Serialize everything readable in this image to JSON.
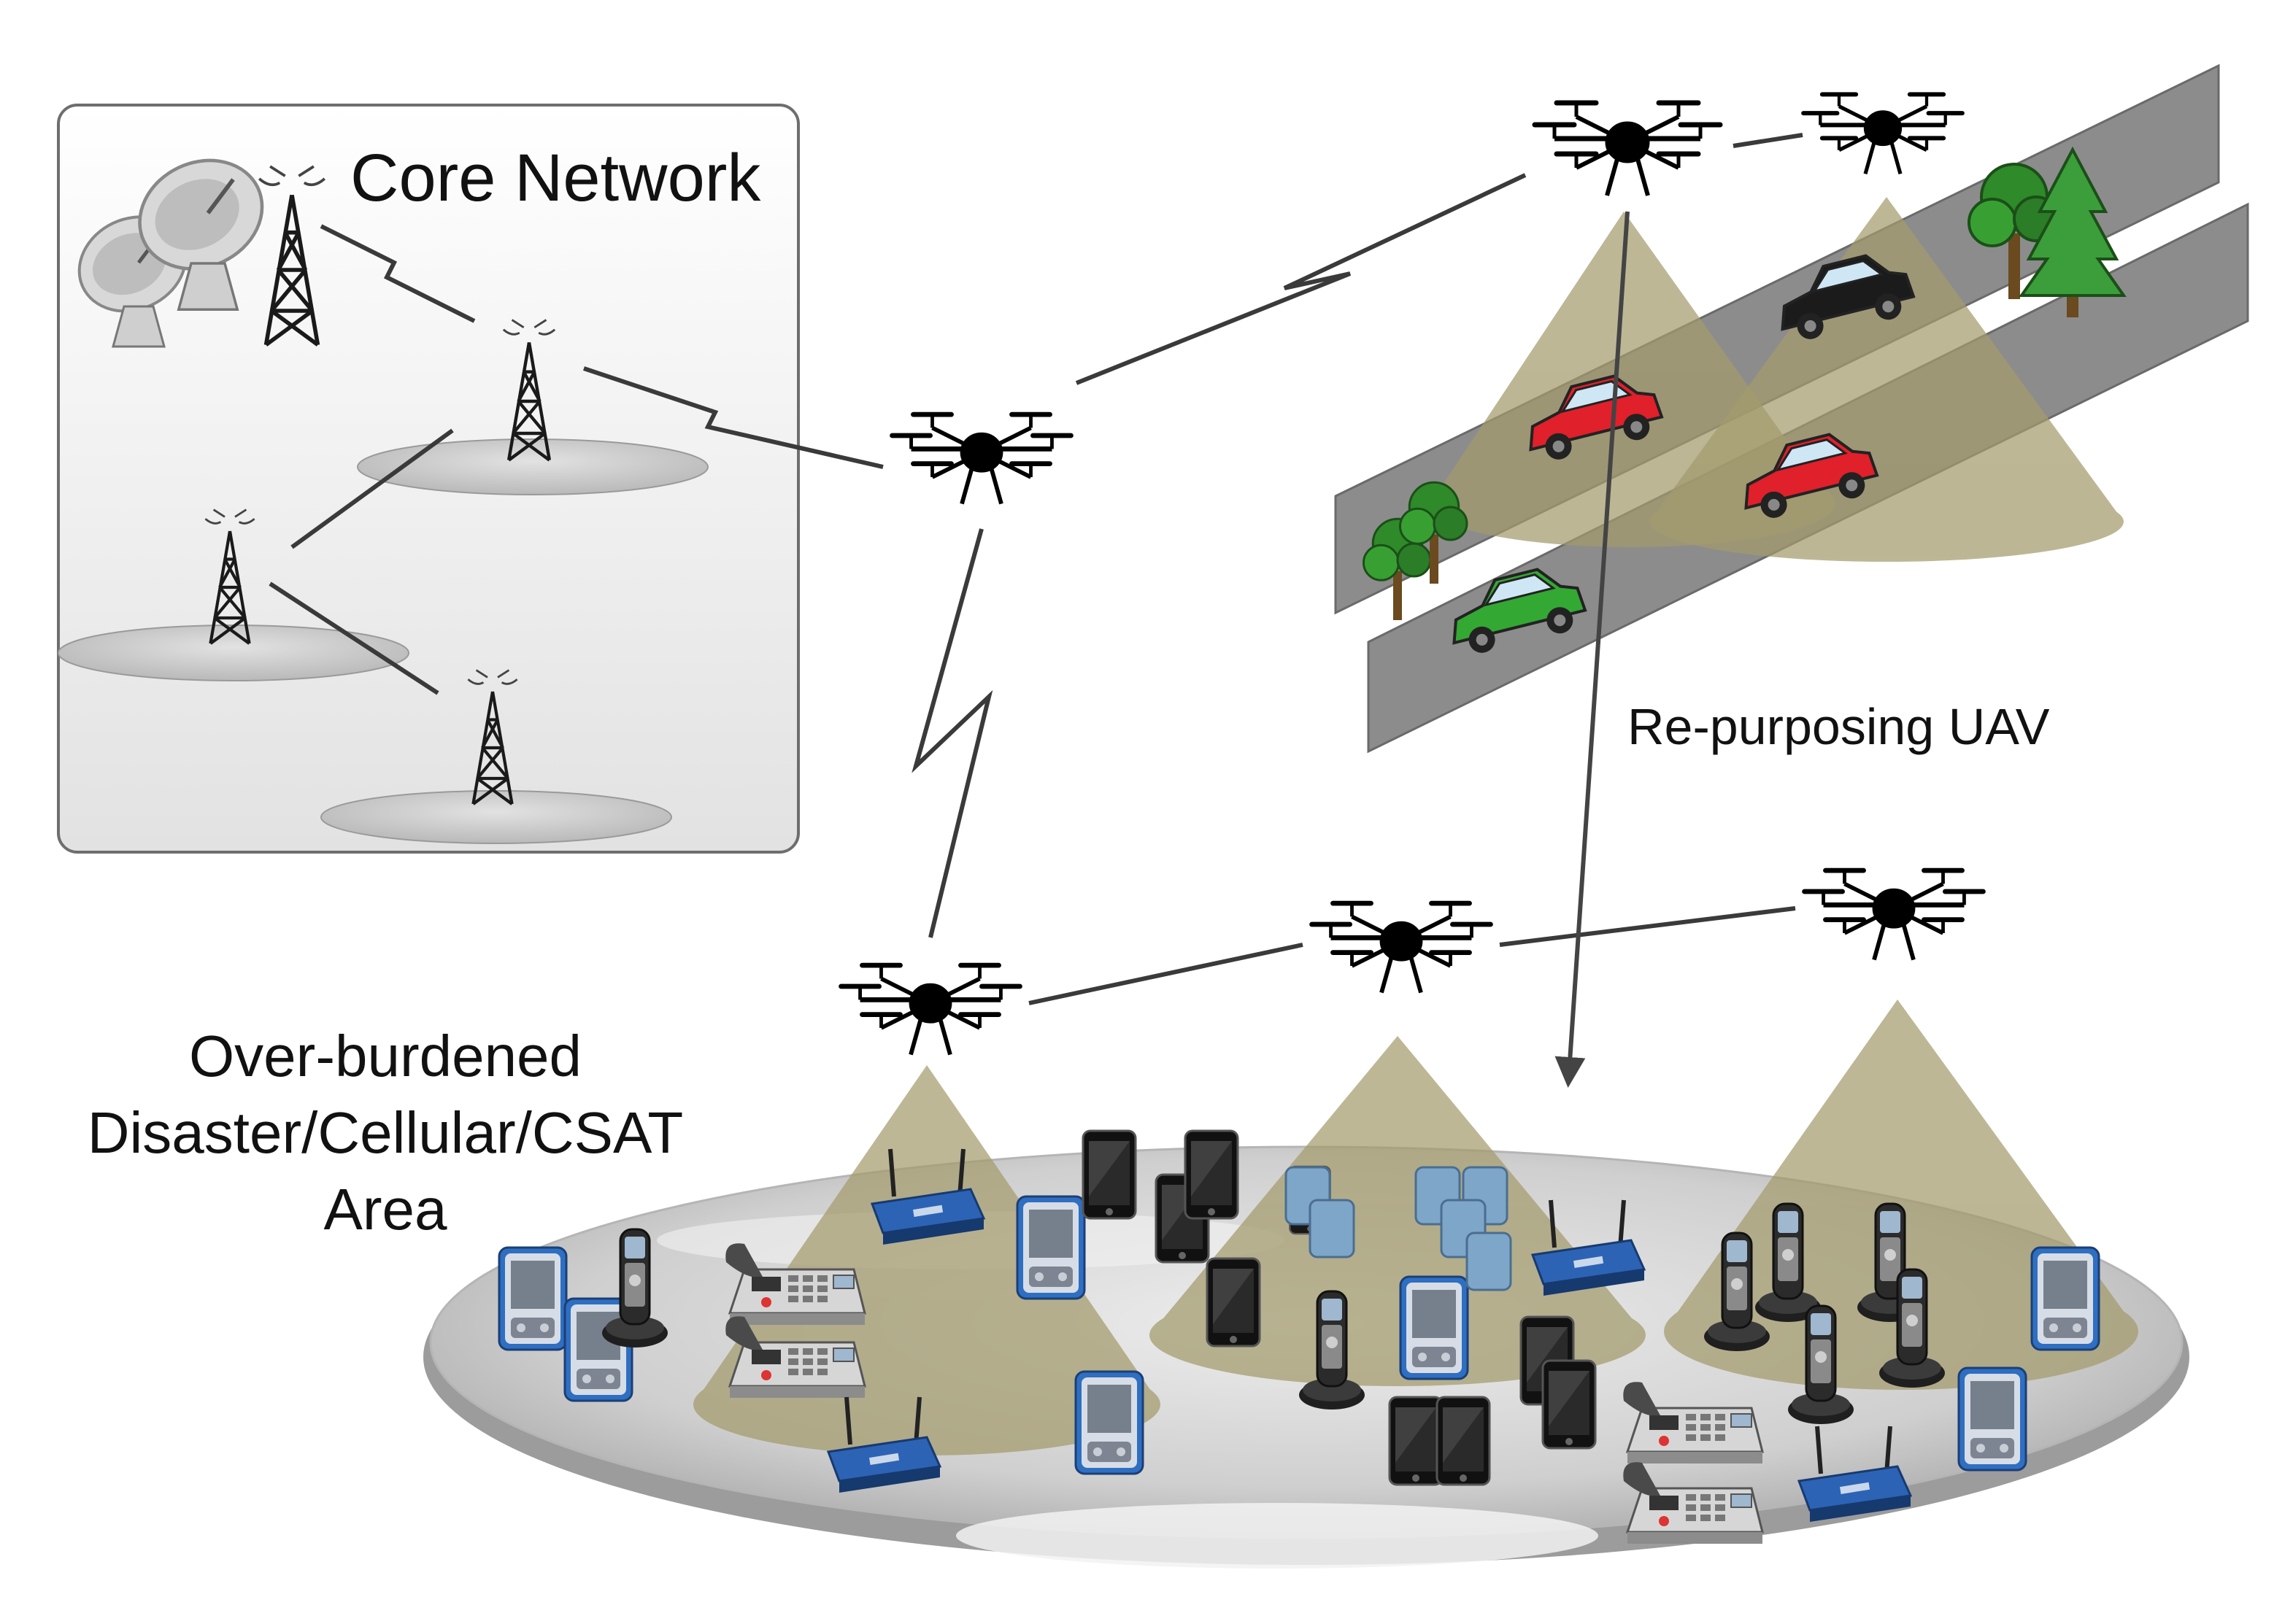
{
  "labels": {
    "core_network": "Core Network",
    "repurposing": "Re-purposing UAV",
    "area_line1": "Over-burdened",
    "area_line2": "Disaster/Cellular/CSAT",
    "area_line3": "Area"
  },
  "colors": {
    "cone": "#a39b6d",
    "road": "#8c8c8c",
    "platform": "#c9c9c9",
    "panel": "#ececec",
    "link": "#3a3a3a",
    "car_red": "#e0202a",
    "car_green": "#33a833",
    "car_black": "#1b1b1b",
    "tree": "#2f8a2a",
    "router": "#2d63b5"
  },
  "icons": [
    "satellite-dish-icon",
    "antenna-tower-icon",
    "cell-tower-icon",
    "drone-icon",
    "car-icon",
    "tree-icon",
    "smartphone-icon",
    "pda-icon",
    "cordless-phone-icon",
    "desk-phone-icon",
    "wifi-router-icon"
  ]
}
